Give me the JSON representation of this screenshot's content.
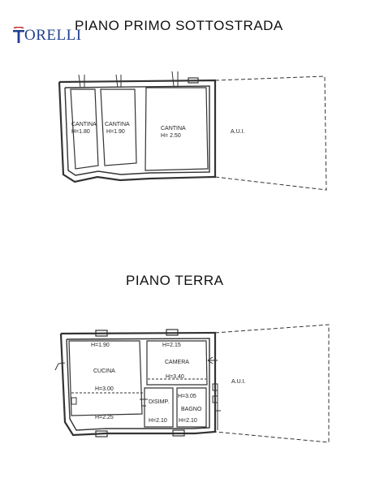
{
  "brand": {
    "logo_text": "ORELLI",
    "logo_letter": "T",
    "logo_color": "#1f3f8f",
    "logo_accent": "#c0272d"
  },
  "floors": {
    "sottostrada": {
      "title": "PIANO PRIMO SOTTOSTRADA",
      "rooms": [
        {
          "name": "CANTINA",
          "height": "H=1.80"
        },
        {
          "name": "CANTINA",
          "height": "H=1.90"
        },
        {
          "name": "CANTINA",
          "height": "H= 2.50"
        },
        {
          "name": "A.U.I.",
          "height": ""
        }
      ]
    },
    "terra": {
      "title": "PIANO TERRA",
      "rooms": [
        {
          "name": "CUCINA",
          "heights": [
            "H=1.90",
            "H=3.00",
            "H=2.25"
          ]
        },
        {
          "name": "CAMERA",
          "heights": [
            "H=2.15",
            "H=3.40"
          ]
        },
        {
          "name": "DISIMP.",
          "heights": [
            "H=2.10"
          ]
        },
        {
          "name": "BAGNO",
          "heights": [
            "H=3.05",
            "H=2.10"
          ]
        },
        {
          "name": "A.U.I.",
          "heights": []
        }
      ]
    }
  }
}
